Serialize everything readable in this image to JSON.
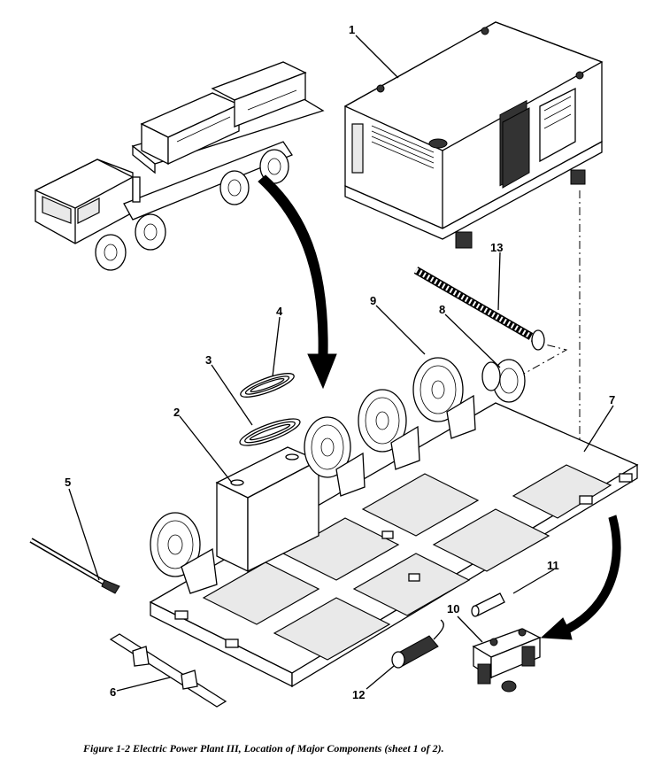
{
  "figure": {
    "caption": "Figure 1-2 Electric Power Plant III, Location of Major Components (sheet 1 of 2).",
    "callouts": [
      {
        "id": "c1",
        "label": "1"
      },
      {
        "id": "c2",
        "label": "2"
      },
      {
        "id": "c3",
        "label": "3"
      },
      {
        "id": "c4",
        "label": "4"
      },
      {
        "id": "c5",
        "label": "5"
      },
      {
        "id": "c6",
        "label": "6"
      },
      {
        "id": "c7",
        "label": "7"
      },
      {
        "id": "c8",
        "label": "8"
      },
      {
        "id": "c9",
        "label": "9"
      },
      {
        "id": "c10",
        "label": "10"
      },
      {
        "id": "c11",
        "label": "11"
      },
      {
        "id": "c12",
        "label": "12"
      },
      {
        "id": "c13",
        "label": "13"
      }
    ]
  }
}
